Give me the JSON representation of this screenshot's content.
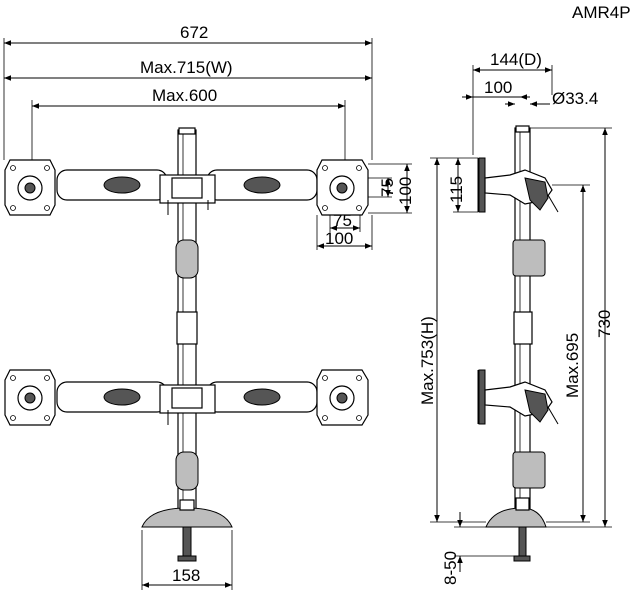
{
  "model": "AMR4P",
  "front_view": {
    "width_total": "672",
    "width_max": "Max.715(W)",
    "width_arm": "Max.600",
    "vesa_75": "75",
    "vesa_100": "100",
    "vesa_75_v": "75",
    "vesa_100_v": "100",
    "base_width": "158"
  },
  "side_view": {
    "depth": "144(D)",
    "offset": "100",
    "pole_diameter": "Ø33.4",
    "plate_height": "115",
    "max_height": "Max.753(H)",
    "arm_height": "Max.695",
    "pole_height": "730",
    "clamp_range": "8-50"
  }
}
